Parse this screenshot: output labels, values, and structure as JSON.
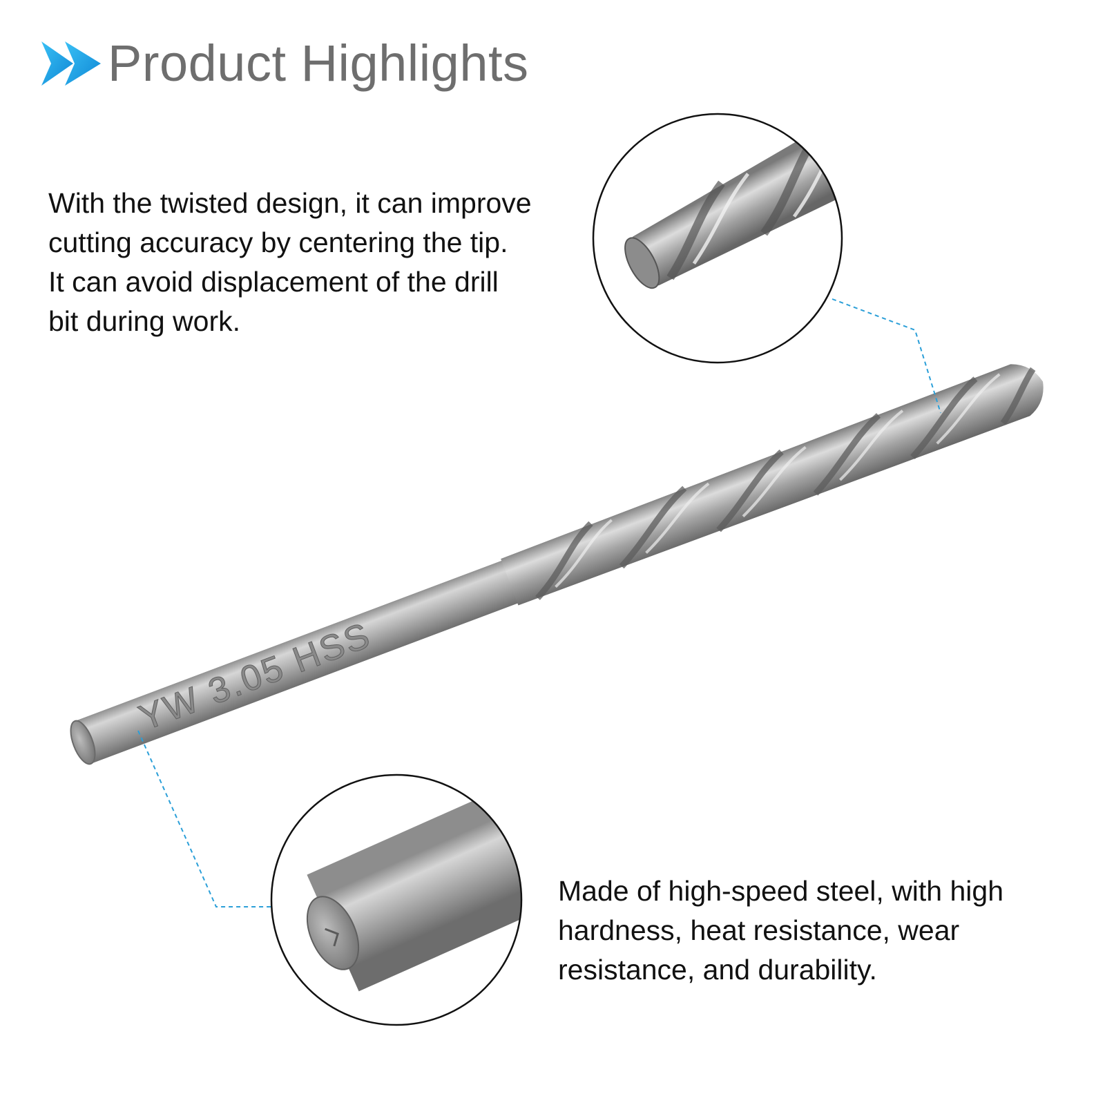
{
  "header": {
    "title": "Product Highlights",
    "icon": "double-chevron-right-icon",
    "accent_color": "#1ca3e8"
  },
  "features": {
    "tip": {
      "lines": [
        "With the twisted design, it can improve",
        "cutting accuracy by centering the tip.",
        "It can avoid displacement of the drill",
        "bit during work."
      ]
    },
    "material": {
      "lines": [
        "Made of high-speed steel, with high",
        "hardness, heat resistance, wear",
        "resistance, and durability."
      ]
    }
  },
  "drill": {
    "shank_marking": "YW  3.05  HSS"
  },
  "colors": {
    "title_gray": "#6e6e6e",
    "leader_line": "#2b9fd8",
    "steel": "#a9a9a9"
  }
}
